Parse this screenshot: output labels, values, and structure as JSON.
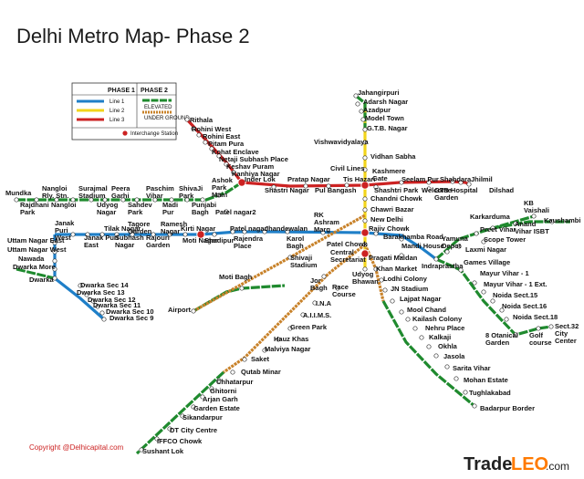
{
  "title": "Delhi Metro Map- Phase 2",
  "legend": {
    "phase1": "PHASE 1",
    "phase2": "PHASE 2",
    "line1": "Line 1",
    "line2": "Line 2",
    "line3": "Line 3",
    "elevated": "ELEVATED",
    "underground": "UNDER GROUND",
    "interchange": "Interchange Station"
  },
  "colors": {
    "line1": "#1f7fc8",
    "line2": "#f2d41a",
    "line3": "#cc2222",
    "elevated": "#1f8a2e",
    "underground": "#c8822a",
    "interchange": "#cc2222"
  },
  "copyright": "Copyright @Delhicapital.com",
  "watermark": {
    "part1": "Trade",
    "part2": "LEO",
    "part3": ".com"
  },
  "stations": [
    {
      "id": "jahangirpuri",
      "label": "Jahangirpuri"
    },
    {
      "id": "adarsh",
      "label": "Adarsh Nagar"
    },
    {
      "id": "azadpur",
      "label": "Azadpur"
    },
    {
      "id": "modeltown",
      "label": "Model Town"
    },
    {
      "id": "gtb",
      "label": "G.T.B. Nagar"
    },
    {
      "id": "vishwa",
      "label": "Vishwavidyalaya"
    },
    {
      "id": "vidhan",
      "label": "Vidhan Sabha"
    },
    {
      "id": "civil",
      "label": "Civil Lines"
    },
    {
      "id": "kashmere",
      "label": "Kashmere Gate"
    },
    {
      "id": "tishazari",
      "label": "Tis Hazari"
    },
    {
      "id": "pulbangash",
      "label": "Pul Bangash"
    },
    {
      "id": "pratap",
      "label": "Pratap Nagar"
    },
    {
      "id": "shastrinagar",
      "label": "Shastri Nagar"
    },
    {
      "id": "inderlok",
      "label": "Inder Lok"
    },
    {
      "id": "kanhiya",
      "label": "Kanhiya Nagar"
    },
    {
      "id": "keshav",
      "label": "Keshav Puram"
    },
    {
      "id": "netaji",
      "label": "Netaji Subhash Place"
    },
    {
      "id": "kohat",
      "label": "Kohat Enclave"
    },
    {
      "id": "pitampura",
      "label": "Pitam Pura"
    },
    {
      "id": "rohinieast",
      "label": "Rohini East"
    },
    {
      "id": "rohiniwest",
      "label": "Rohini West"
    },
    {
      "id": "rithala",
      "label": "Rithala"
    },
    {
      "id": "seelampur",
      "label": "Seelam Pur"
    },
    {
      "id": "shahdara",
      "label": "Shahdara"
    },
    {
      "id": "jhilmil",
      "label": "Jhilmil"
    },
    {
      "id": "dilshad",
      "label": "Dilshad"
    },
    {
      "id": "gtbhosp",
      "label": "GTB Hospital Garden"
    },
    {
      "id": "welcome",
      "label": "Welcome"
    },
    {
      "id": "shastripark",
      "label": "Shashtri Park"
    },
    {
      "id": "chandni",
      "label": "Chandni Chowk"
    },
    {
      "id": "chawri",
      "label": "Chawri Bazar"
    },
    {
      "id": "newdelhi",
      "label": "New Delhi"
    },
    {
      "id": "rajiv",
      "label": "Rajiv Chowk"
    },
    {
      "id": "patelchowk",
      "label": "Patel Chowk"
    },
    {
      "id": "central",
      "label": "Central Secretariat"
    },
    {
      "id": "udyog",
      "label": "Udyog Bhawan"
    },
    {
      "id": "jorbagh",
      "label": "Jor Bagh"
    },
    {
      "id": "racecourse",
      "label": "Race Course"
    },
    {
      "id": "ina",
      "label": "I.N.A"
    },
    {
      "id": "aiims",
      "label": "A.I.I.M.S."
    },
    {
      "id": "greenpark",
      "label": "Green Park"
    },
    {
      "id": "hauzkhas",
      "label": "Hauz Khas"
    },
    {
      "id": "malviya",
      "label": "Malviya Nagar"
    },
    {
      "id": "saket",
      "label": "Saket"
    },
    {
      "id": "qutab",
      "label": "Qutab Minar"
    },
    {
      "id": "chhatarpur",
      "label": "Chhatarpur"
    },
    {
      "id": "ghitorni",
      "label": "Ghitorni"
    },
    {
      "id": "arjangarh",
      "label": "Arjan Garh"
    },
    {
      "id": "gardenestate",
      "label": "Garden Estate"
    },
    {
      "id": "sikandarpur",
      "label": "Sikandarpur"
    },
    {
      "id": "dtcity",
      "label": "DT City Centre"
    },
    {
      "id": "iffco",
      "label": "IFFCO Chowk"
    },
    {
      "id": "sushant",
      "label": "Sushant Lok"
    },
    {
      "id": "mundka",
      "label": "Mundka"
    },
    {
      "id": "rajdhani",
      "label": "Rajdhani Park"
    },
    {
      "id": "nangloirly",
      "label": "Nangloi Rly. Stn."
    },
    {
      "id": "nangloi",
      "label": "Nangloi"
    },
    {
      "id": "surajmal",
      "label": "Surajmal Stadium"
    },
    {
      "id": "udyognagar",
      "label": "Udyog Nagar"
    },
    {
      "id": "peeragarhi",
      "label": "Peera Garhi"
    },
    {
      "id": "sahdev",
      "label": "Sahdev Park"
    },
    {
      "id": "paschim",
      "label": "Paschim Vihar"
    },
    {
      "id": "madipur",
      "label": "Madi Pur"
    },
    {
      "id": "shivajipark",
      "label": "ShivaJi Park"
    },
    {
      "id": "punjabi",
      "label": "Punjabi Bagh"
    },
    {
      "id": "ashokpark",
      "label": "Ashok Park Main"
    },
    {
      "id": "patelnagar2",
      "label": "Patel nagar2"
    },
    {
      "id": "janakpuriwest",
      "label": "Janak Puri West"
    },
    {
      "id": "janakpurieast",
      "label": "Janak Puri East"
    },
    {
      "id": "tilaknagar",
      "label": "Tilak Nagar"
    },
    {
      "id": "subhash",
      "label": "Subhash Nagar"
    },
    {
      "id": "tagore",
      "label": "Tagore Garden"
    },
    {
      "id": "rajouri",
      "label": "Rajouri Garden"
    },
    {
      "id": "ramesh",
      "label": "Ramesh Nagar"
    },
    {
      "id": "motinagar",
      "label": "Moti Nagar"
    },
    {
      "id": "kirti",
      "label": "Kirti Nagar"
    },
    {
      "id": "shadipur",
      "label": "Shadipur"
    },
    {
      "id": "patelnagar",
      "label": "Patel nagar"
    },
    {
      "id": "rajendra",
      "label": "Rajendra Place"
    },
    {
      "id": "jhandewalan",
      "label": "Jhandewalan"
    },
    {
      "id": "karolbagh",
      "label": "Karol Bagh"
    },
    {
      "id": "rkashram",
      "label": "RK Ashram Marg"
    },
    {
      "id": "uttamnagareast",
      "label": "Uttam Nagar East"
    },
    {
      "id": "uttamnagarwest",
      "label": "Uttam Nagar West"
    },
    {
      "id": "nawada",
      "label": "Nawada"
    },
    {
      "id": "dwarkamore",
      "label": "Dwarka More"
    },
    {
      "id": "dwarka",
      "label": "Dwarka"
    },
    {
      "id": "dw14",
      "label": "Dwarka Sec 14"
    },
    {
      "id": "dw13",
      "label": "Dwarka Sec 13"
    },
    {
      "id": "dw12",
      "label": "Dwarka Sec 12"
    },
    {
      "id": "dw11",
      "label": "Dwarka Sec 11"
    },
    {
      "id": "dw10",
      "label": "Dwarka Sec 10"
    },
    {
      "id": "dw9",
      "label": "Dwarka Sec 9"
    },
    {
      "id": "barakhamba",
      "label": "Barakhamba Road"
    },
    {
      "id": "mandi",
      "label": "Mandi House"
    },
    {
      "id": "pragati",
      "label": "Pragati Maidan"
    },
    {
      "id": "indraprastha",
      "label": "Indraprastha"
    },
    {
      "id": "yamuna",
      "label": "Yamuna Depot"
    },
    {
      "id": "laxmi",
      "label": "Laxmi Nagar"
    },
    {
      "id": "preetvihar",
      "label": "Preet Vihar"
    },
    {
      "id": "karkarduma",
      "label": "Karkarduma"
    },
    {
      "id": "anandvihar",
      "label": "Anand Vihar ISBT"
    },
    {
      "id": "kbvaishali",
      "label": "KB Vaishali"
    },
    {
      "id": "kaushambi",
      "label": "Kaushambi"
    },
    {
      "id": "scopetower",
      "label": "Scope Tower"
    },
    {
      "id": "gamesvillage",
      "label": "Games Village"
    },
    {
      "id": "mayur1",
      "label": "Mayur Vihar - 1"
    },
    {
      "id": "mayurext",
      "label": "Mayur Vihar - 1 Ext."
    },
    {
      "id": "noida15",
      "label": "Noida Sect.15"
    },
    {
      "id": "noida16",
      "label": "Noida Sect.16"
    },
    {
      "id": "noida18",
      "label": "Noida Sect.18"
    },
    {
      "id": "otanical",
      "label": "8 Otanical Garden"
    },
    {
      "id": "golf",
      "label": "Golf course"
    },
    {
      "id": "sect32",
      "label": "Sect.32 City Center"
    },
    {
      "id": "khanmarket",
      "label": "Khan Market"
    },
    {
      "id": "lodhi",
      "label": "Lodhi Colony"
    },
    {
      "id": "jnstadium",
      "label": "JN Stadium"
    },
    {
      "id": "lajpat",
      "label": "Lajpat Nagar"
    },
    {
      "id": "moolchand",
      "label": "Mool Chand"
    },
    {
      "id": "kailash",
      "label": "Kailash Colony"
    },
    {
      "id": "nehru",
      "label": "Nehru Place"
    },
    {
      "id": "kalkaji",
      "label": "Kalkaji"
    },
    {
      "id": "okhla",
      "label": "Okhla"
    },
    {
      "id": "jasola",
      "label": "Jasola"
    },
    {
      "id": "sarita",
      "label": "Sarita Vihar"
    },
    {
      "id": "mohan",
      "label": "Mohan Estate"
    },
    {
      "id": "tughlakabad",
      "label": "Tughlakabad"
    },
    {
      "id": "badarpur",
      "label": "Badarpur Border"
    },
    {
      "id": "shivajistadium",
      "label": "Shivaji Stadium"
    },
    {
      "id": "motibagh",
      "label": "Moti Bagh"
    },
    {
      "id": "airport",
      "label": "Airport"
    }
  ]
}
